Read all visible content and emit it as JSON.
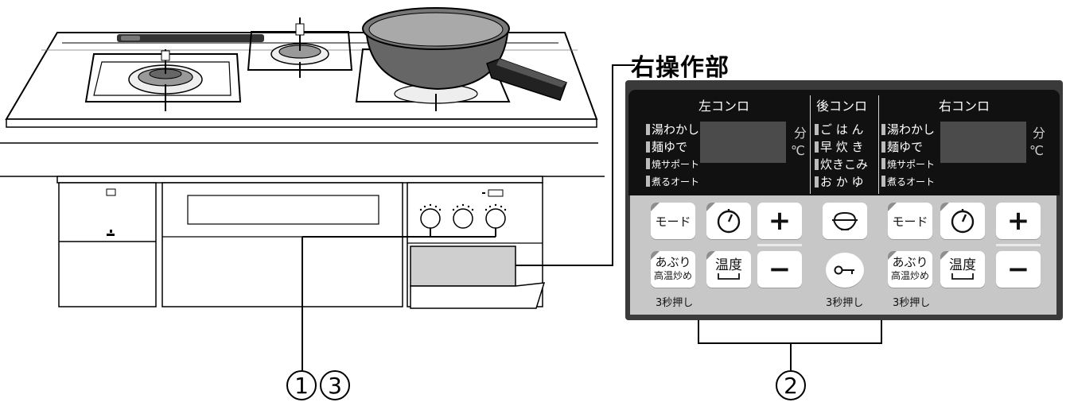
{
  "panel": {
    "title": "右操作部",
    "left": {
      "heading": "左コンロ",
      "menu": [
        "湯わかし",
        "麺ゆで",
        "焼サポート",
        "煮るオート"
      ],
      "unit_min": "分",
      "unit_temp": "℃"
    },
    "rear": {
      "heading": "後コンロ",
      "menu": [
        "ご は ん",
        "早 炊 き",
        "炊きこみ",
        "お か ゆ"
      ]
    },
    "right": {
      "heading": "右コンロ",
      "menu": [
        "湯わかし",
        "麺ゆで",
        "焼サポート",
        "煮るオート"
      ],
      "unit_min": "分",
      "unit_temp": "℃"
    },
    "buttons": {
      "mode": "モード",
      "plus": "+",
      "minus": "−",
      "aburi_line1": "あぶり",
      "aburi_line2": "高温炒め",
      "temp": "温度",
      "timer": "timer-icon",
      "rice": "rice-bowl-icon",
      "lock": "key-lock-icon"
    },
    "press_note": "3秒押し"
  },
  "labels": {
    "step1": "1",
    "step2": "2",
    "step3": "3"
  }
}
